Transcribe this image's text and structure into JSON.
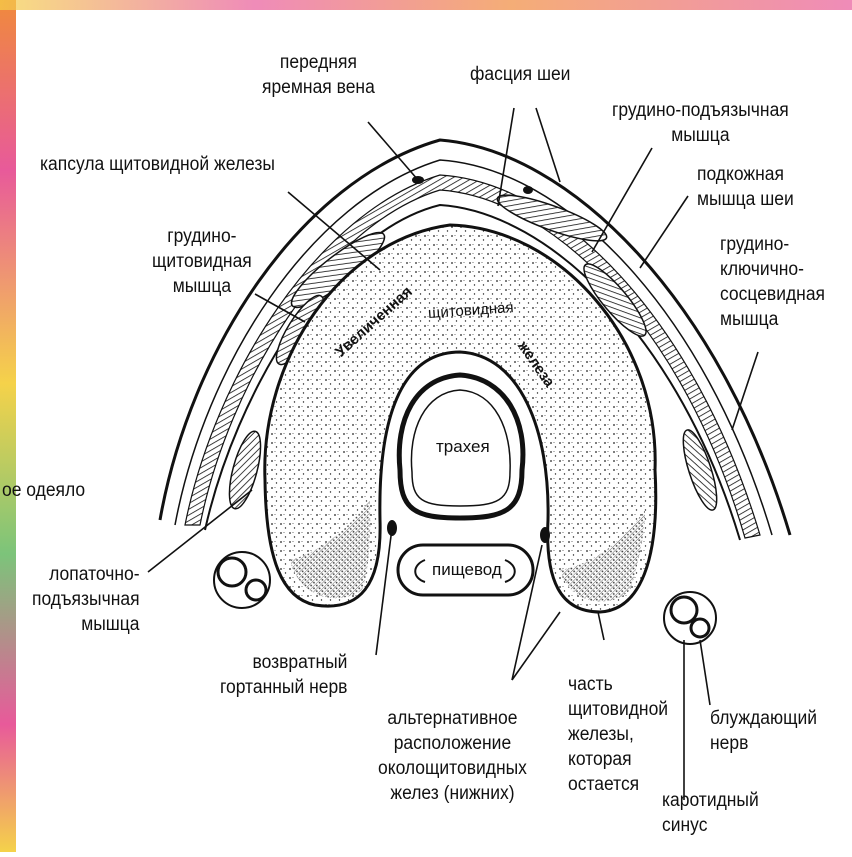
{
  "labels": {
    "anterior_jugular_vein": [
      "передняя",
      "яремная вена"
    ],
    "neck_fascia": [
      "фасция шеи"
    ],
    "sternohyoid": [
      "грудино-подъязычная",
      "мышца"
    ],
    "thyroid_capsule": [
      "капсула щитовидной железы"
    ],
    "platysma": [
      "подкожная",
      "мышца шеи"
    ],
    "sternothyroid": [
      "грудино-",
      "щитовидная",
      "мышца"
    ],
    "sternocleidomastoid": [
      "грудино-",
      "ключично-",
      "сосцевидная",
      "мышца"
    ],
    "blanket": [
      "ое одеяло"
    ],
    "omohyoid": [
      "лопаточно-",
      "подъязычная",
      "мышца"
    ],
    "recurrent_laryngeal": [
      "возвратный",
      "гортанный нерв"
    ],
    "alt_parathyroid": [
      "альтернативное",
      "расположение",
      "околощитовидных",
      "желез (нижних)"
    ],
    "remaining_thyroid": [
      "часть",
      "щитовидной",
      "железы,",
      "которая",
      "остается"
    ],
    "vagus": [
      "блуждающий",
      "нерв"
    ],
    "carotid_sinus": [
      "каротидный",
      "синус"
    ]
  },
  "inner_labels": {
    "thyroid_a": "Увеличенная",
    "thyroid_b": "щитовидная",
    "thyroid_c": "железа",
    "trachea": "трахея",
    "esophagus": "пищевод"
  },
  "colors": {
    "ink": "#111111",
    "paper": "#ffffff",
    "border_pink": "#e85a9a",
    "border_yellow": "#f5d24a",
    "border_green": "#7cc47a",
    "border_orange": "#f08a3c"
  }
}
